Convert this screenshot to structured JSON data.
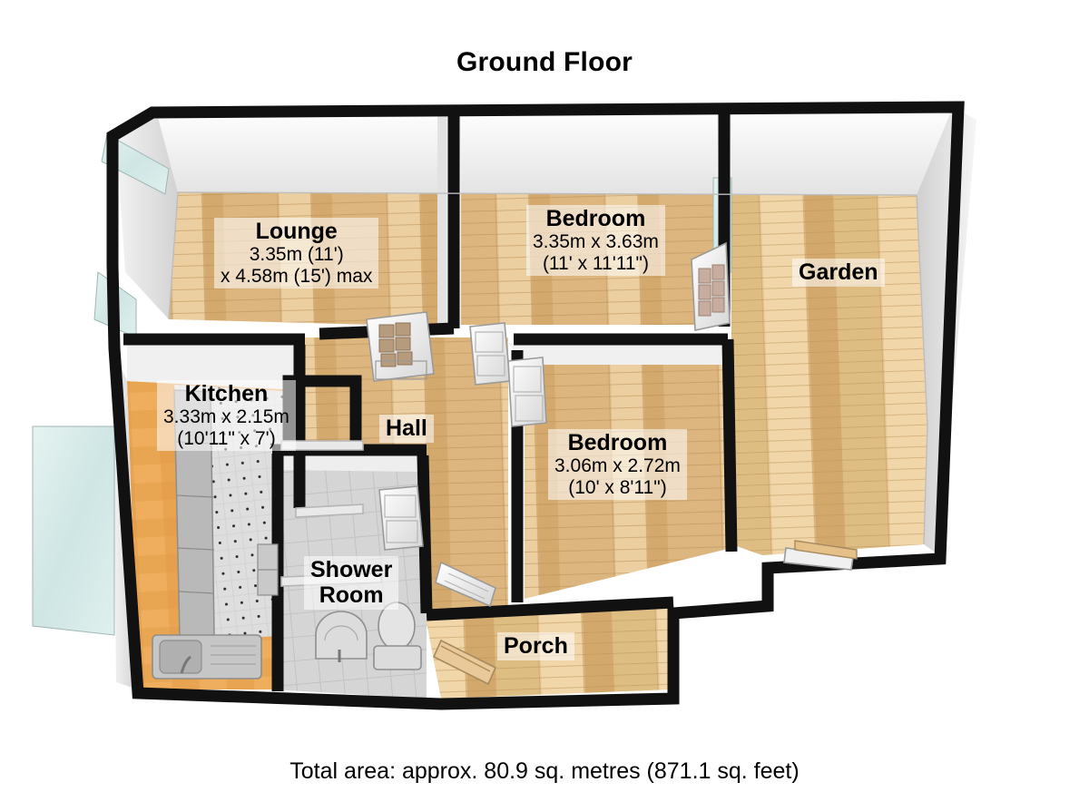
{
  "page": {
    "title": "Ground Floor",
    "total_area": "Total area: approx. 80.9 sq. metres (871.1 sq. feet)"
  },
  "colors": {
    "wall_outline": "#111111",
    "wall_face": "#ffffff",
    "wall_shade": "#d8d8d8",
    "floor_wood_light": "#e8c894",
    "floor_wood_mid": "#d8b277",
    "floor_wood_dark": "#c79a5c",
    "kitchen_floor": "#e8a552",
    "tile_grey": "#c9c9c9",
    "window_glass": "#d9ecea",
    "label_bg": "#ffffff",
    "text": "#000000"
  },
  "rooms": [
    {
      "id": "lounge",
      "name": "Lounge",
      "dim_line1": "3.35m (11')",
      "dim_line2": "x 4.58m (15') max",
      "floor": "wood"
    },
    {
      "id": "bedroom-1",
      "name": "Bedroom",
      "dim_line1": "3.35m x 3.63m",
      "dim_line2": "(11' x 11'11\")",
      "floor": "wood"
    },
    {
      "id": "bedroom-2",
      "name": "Bedroom",
      "dim_line1": "3.06m x 2.72m",
      "dim_line2": "(10' x 8'11\")",
      "floor": "wood"
    },
    {
      "id": "kitchen",
      "name": "Kitchen",
      "dim_line1": "3.33m x 2.15m",
      "dim_line2": "(10'11\" x 7')",
      "floor": "kitchen"
    },
    {
      "id": "hall",
      "name": "Hall",
      "dim_line1": "",
      "dim_line2": "",
      "floor": "wood"
    },
    {
      "id": "shower-room",
      "name_line1": "Shower",
      "name_line2": "Room",
      "name": "Shower Room",
      "dim_line1": "",
      "dim_line2": "",
      "floor": "tile"
    },
    {
      "id": "porch",
      "name": "Porch",
      "dim_line1": "",
      "dim_line2": "",
      "floor": "wood"
    },
    {
      "id": "garden",
      "name": "Garden",
      "dim_line1": "",
      "dim_line2": "",
      "floor": "wood"
    }
  ],
  "fixtures": [
    {
      "id": "kitchen-units",
      "name": "kitchen base units"
    },
    {
      "id": "kitchen-sink",
      "name": "kitchen sink"
    },
    {
      "id": "wc",
      "name": "toilet"
    },
    {
      "id": "wash-basin",
      "name": "wash basin"
    },
    {
      "id": "shower-screen",
      "name": "shower screen"
    }
  ],
  "openings": [
    {
      "id": "window-lounge-front",
      "type": "window"
    },
    {
      "id": "window-kitchen-front",
      "type": "window"
    },
    {
      "id": "window-kitchen-side",
      "type": "window"
    },
    {
      "id": "window-bedroom1-rear",
      "type": "window"
    },
    {
      "id": "door-lounge",
      "type": "door"
    },
    {
      "id": "door-bedroom1",
      "type": "door"
    },
    {
      "id": "door-bedroom2",
      "type": "door"
    },
    {
      "id": "door-shower",
      "type": "door"
    },
    {
      "id": "door-kitchen",
      "type": "door"
    },
    {
      "id": "door-front",
      "type": "door"
    },
    {
      "id": "door-garden",
      "type": "door"
    }
  ]
}
